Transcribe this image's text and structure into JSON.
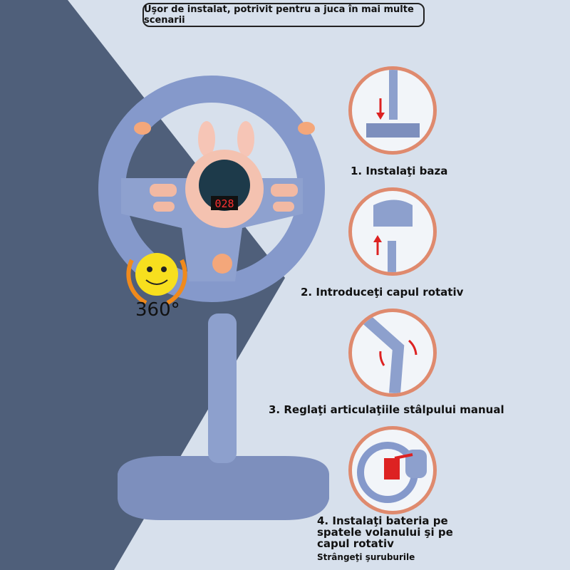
{
  "banner": "Uşor de instalat, potrivit pentru a juca în mai multe scenarii",
  "rotation_label": "360°",
  "display_value": "028",
  "steps": [
    {
      "label": "1. Instalaţi baza"
    },
    {
      "label": "2. Introduceţi capul rotativ"
    },
    {
      "label": "3. Reglaţi articulaţiile stâlpului manual"
    },
    {
      "label": "4. Instalaţi bateria pe spatele volanului şi pe capul rotativ"
    }
  ],
  "note": "Strângeţi şuruburile",
  "colors": {
    "background": "#d7e0ec",
    "dark": "#4f5f7a",
    "toy": "#7f94c6",
    "accent": "#df8a6e"
  }
}
